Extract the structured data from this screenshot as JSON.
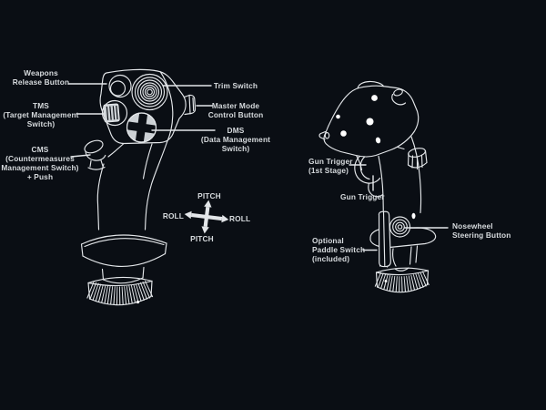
{
  "colors": {
    "background": "#0a0e14",
    "line": "#e3e6e9",
    "text": "#d7dbde",
    "button_fill": "#ccd1d5",
    "dot": "#ffffff"
  },
  "left_stick": {
    "callouts": {
      "weapons_release": [
        "Weapons",
        "Release Button"
      ],
      "tms": [
        "TMS",
        "(Target Management",
        "Switch)"
      ],
      "cms": [
        "CMS",
        "(Countermeasures",
        "Management Switch)",
        "+ Push"
      ],
      "trim": [
        "Trim Switch"
      ],
      "master_mode": [
        "Master Mode",
        "Control Button"
      ],
      "dms": [
        "DMS",
        "(Data Management",
        "Switch)"
      ]
    }
  },
  "axis_cross": {
    "top": "PITCH",
    "left": "ROLL",
    "right": "ROLL",
    "bottom": "PITCH"
  },
  "right_stick": {
    "callouts": {
      "gun_trigger_first": [
        "Gun Trigger",
        "(1st Stage)"
      ],
      "gun_trigger": [
        "Gun Trigger"
      ],
      "paddle": [
        "Optional",
        "Paddle Switch",
        "(included)"
      ],
      "nosewheel": [
        "Nosewheel",
        "Steering Button"
      ]
    }
  }
}
